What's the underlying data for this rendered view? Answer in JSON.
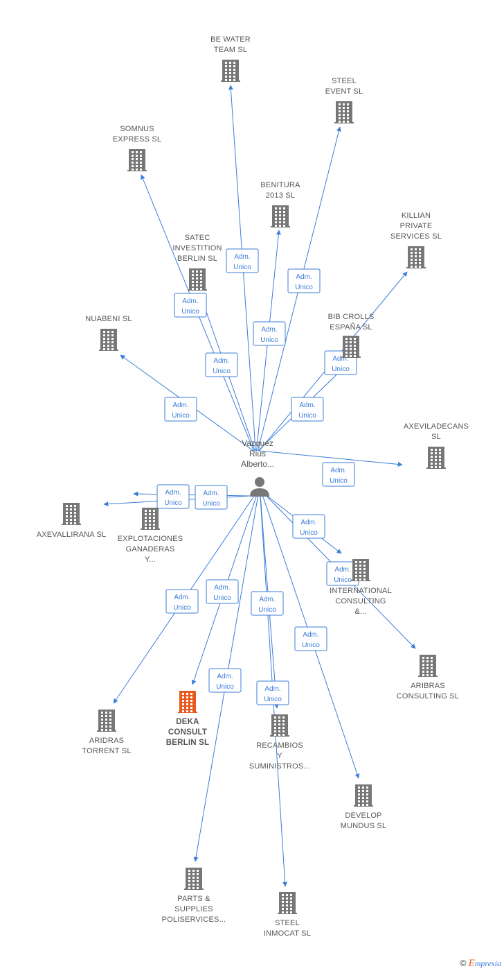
{
  "center": {
    "label_lines": [
      "Vazquez",
      "Rius",
      "Alberto..."
    ],
    "icon": "person-icon"
  },
  "edge_label_lines": [
    "Adm.",
    "Unico"
  ],
  "colors": {
    "edge": "#3b7dd8",
    "company_icon": "#777777",
    "highlight_company_icon": "#e65a1e",
    "label": "#555555"
  },
  "nodes": [
    {
      "id": "be-water-team",
      "label_lines": [
        "BE WATER",
        "TEAM  SL"
      ]
    },
    {
      "id": "steel-event",
      "label_lines": [
        "STEEL",
        "EVENT SL"
      ]
    },
    {
      "id": "somnus-express",
      "label_lines": [
        "SOMNUS",
        "EXPRESS SL"
      ]
    },
    {
      "id": "benitura-2013",
      "label_lines": [
        "BENITURA",
        "2013 SL"
      ]
    },
    {
      "id": "killian-private-services",
      "label_lines": [
        "KILLIAN",
        "PRIVATE",
        "SERVICES  SL"
      ]
    },
    {
      "id": "satec-investition-berlin",
      "label_lines": [
        "SATEC",
        "INVESTITION",
        "BERLIN  SL"
      ]
    },
    {
      "id": "nuabeni",
      "label_lines": [
        "NUABENI SL"
      ]
    },
    {
      "id": "bib-crolls-espana",
      "label_lines": [
        "BIB CROLLS",
        "ESPAÑA  SL"
      ]
    },
    {
      "id": "axeviladecans",
      "label_lines": [
        "AXEVILADECANS",
        "SL"
      ]
    },
    {
      "id": "axevallirana",
      "label_lines": [
        "AXEVALLIRANA SL"
      ]
    },
    {
      "id": "explotaciones-ganaderas",
      "label_lines": [
        "EXPLOTACIONES",
        "GANADERAS",
        "Y..."
      ]
    },
    {
      "id": "international-consulting",
      "label_lines": [
        "INTERNATIONAL",
        "CONSULTING",
        "&..."
      ]
    },
    {
      "id": "aribras-consulting",
      "label_lines": [
        "ARIBRAS",
        "CONSULTING SL"
      ]
    },
    {
      "id": "aridras-torrent",
      "label_lines": [
        "ARIDRAS",
        "TORRENT  SL"
      ]
    },
    {
      "id": "deka-consult-berlin",
      "label_lines": [
        "DEKA",
        "CONSULT",
        "BERLIN SL"
      ],
      "main": true
    },
    {
      "id": "recambios-y-suministros",
      "label_lines": [
        "RECAMBIOS",
        "Y",
        "SUMINISTROS..."
      ]
    },
    {
      "id": "develop-mundus",
      "label_lines": [
        "DEVELOP",
        "MUNDUS SL"
      ]
    },
    {
      "id": "parts-supplies-poliservices",
      "label_lines": [
        "PARTS &",
        "SUPPLIES",
        "POLISERVICES..."
      ]
    },
    {
      "id": "steel-inmocat",
      "label_lines": [
        "STEEL",
        "INMOCAT SL"
      ]
    }
  ],
  "brand": {
    "copyright": "©",
    "e": "E",
    "rest": "mpresia"
  }
}
